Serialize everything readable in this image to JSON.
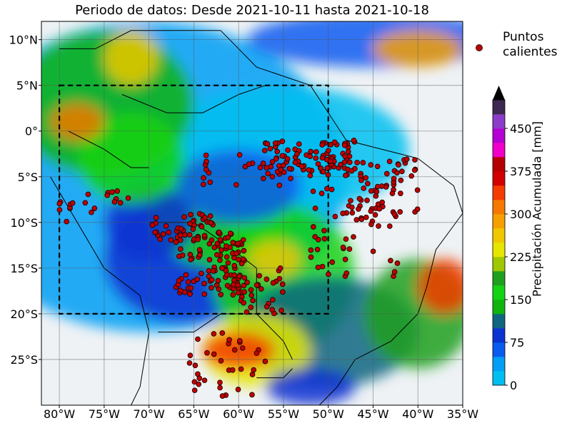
{
  "title": "Periodo de datos: Desde 2021-10-11 hasta 2021-10-18",
  "legend": {
    "label_line1": "Puntos",
    "label_line2": "calientes",
    "marker_color": "#c00000"
  },
  "colorbar": {
    "label": "Precipitación Acumulada [mm]",
    "ticks": [
      "0",
      "75",
      "150",
      "225",
      "300",
      "375",
      "450"
    ],
    "levels": [
      0,
      25,
      50,
      75,
      100,
      125,
      150,
      175,
      200,
      225,
      250,
      275,
      300,
      325,
      350,
      375,
      400,
      425,
      450,
      475,
      500
    ],
    "colors": [
      "#00bff0",
      "#009ef5",
      "#0a5cf0",
      "#0a33d2",
      "#0f6680",
      "#0fb40f",
      "#14d214",
      "#1ea01e",
      "#a0c800",
      "#e6e600",
      "#f0c800",
      "#f5a000",
      "#f57800",
      "#f53c00",
      "#d20000",
      "#b40000",
      "#f000c8",
      "#b400d2",
      "#8c3cc8",
      "#3c2850"
    ],
    "extend": "max"
  },
  "map": {
    "lon_ticks": [
      "80°W",
      "75°W",
      "70°W",
      "65°W",
      "60°W",
      "55°W",
      "50°W",
      "45°W",
      "40°W",
      "35°W"
    ],
    "lat_ticks": [
      "10°N",
      "5°N",
      "0°",
      "5°S",
      "10°S",
      "15°S",
      "20°S",
      "25°S"
    ],
    "lon_range": [
      -82,
      -35
    ],
    "lat_range": [
      -30,
      12
    ],
    "study_area": {
      "lon": [
        -80,
        -50
      ],
      "lat": [
        -20,
        5
      ]
    },
    "hotspot_clusters": [
      {
        "lon": [
          -57,
          -47
        ],
        "lat": [
          -5,
          -1
        ],
        "n": 90
      },
      {
        "lon": [
          -48,
          -40
        ],
        "lat": [
          -9,
          -3
        ],
        "n": 55
      },
      {
        "lon": [
          -67,
          -59
        ],
        "lat": [
          -18,
          -11
        ],
        "n": 110
      },
      {
        "lon": [
          -70,
          -62
        ],
        "lat": [
          -12,
          -9
        ],
        "n": 45
      },
      {
        "lon": [
          -60,
          -55
        ],
        "lat": [
          -20,
          -15
        ],
        "n": 30
      },
      {
        "lon": [
          -66,
          -57
        ],
        "lat": [
          -29,
          -22
        ],
        "n": 35
      },
      {
        "lon": [
          -52,
          -42
        ],
        "lat": [
          -16,
          -6
        ],
        "n": 50
      },
      {
        "lon": [
          -80,
          -72
        ],
        "lat": [
          -10,
          -6
        ],
        "n": 20
      },
      {
        "lon": [
          -64,
          -54
        ],
        "lat": [
          -6,
          -2
        ],
        "n": 25
      }
    ]
  }
}
